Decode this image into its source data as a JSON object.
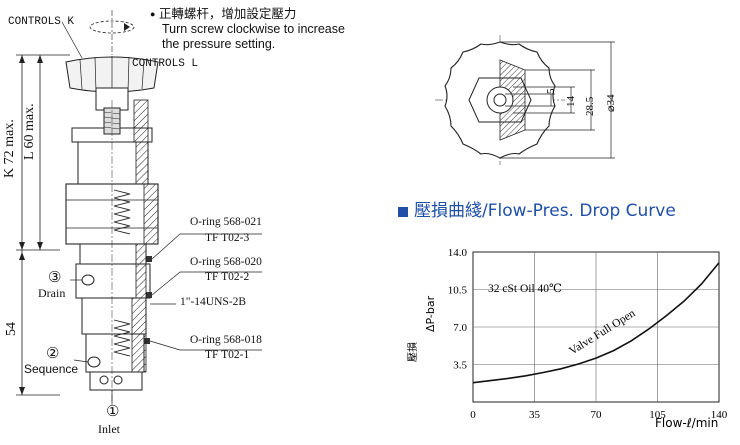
{
  "drawing": {
    "controls_k": "CONTROLS K",
    "controls_l": "CONTROLS L",
    "k_dim": "K 72 max.",
    "l_dim": "L 60 max.",
    "dim_54": "54",
    "oring_021": "O-ring 568-021",
    "tf_021": "TF T02-3",
    "oring_020": "O-ring 568-020",
    "tf_020": "TF T02-2",
    "thread": "1\"-14UNS-2B",
    "oring_018": "O-ring 568-018",
    "tf_018": "TF T02-1",
    "port3_num": "③",
    "port3_label": "Drain",
    "port2_num": "②",
    "port2_label": "Sequence",
    "port1_num": "①",
    "port1_label": "Inlet"
  },
  "instruction": {
    "bullet": "●",
    "chinese": "正轉螺杆，增加設定壓力",
    "english_1": "Turn screw clockwise to increase",
    "english_2": "the pressure setting."
  },
  "topview": {
    "dim_5": "5",
    "dim_14": "14",
    "dim_28": "28.5",
    "dim_34": "⌀34"
  },
  "curve_title": "壓損曲綫/Flow-Pres. Drop Curve",
  "chart_data": {
    "type": "line",
    "x_ticks": [
      "0",
      "35",
      "70",
      "105",
      "140"
    ],
    "y_ticks": [
      "3.5",
      "7.0",
      "10.5",
      "14.0"
    ],
    "xlim": [
      0,
      140
    ],
    "ylim": [
      0,
      14
    ],
    "grid": true,
    "xlabel": "Flow-ℓ/min",
    "ylabel_cn": "壓損",
    "ylabel": "ΔP-bar",
    "annotation_oil": "32 cSt Oil 40℃",
    "annotation_curve": "Valve Full Open",
    "series": [
      {
        "x": [
          0,
          10,
          20,
          30,
          40,
          50,
          60,
          70,
          80,
          90,
          100,
          110,
          120,
          130,
          140
        ],
        "values": [
          1.8,
          2.0,
          2.2,
          2.45,
          2.75,
          3.1,
          3.55,
          4.1,
          4.8,
          5.7,
          6.8,
          8.05,
          9.4,
          11.0,
          13.0
        ]
      }
    ]
  }
}
